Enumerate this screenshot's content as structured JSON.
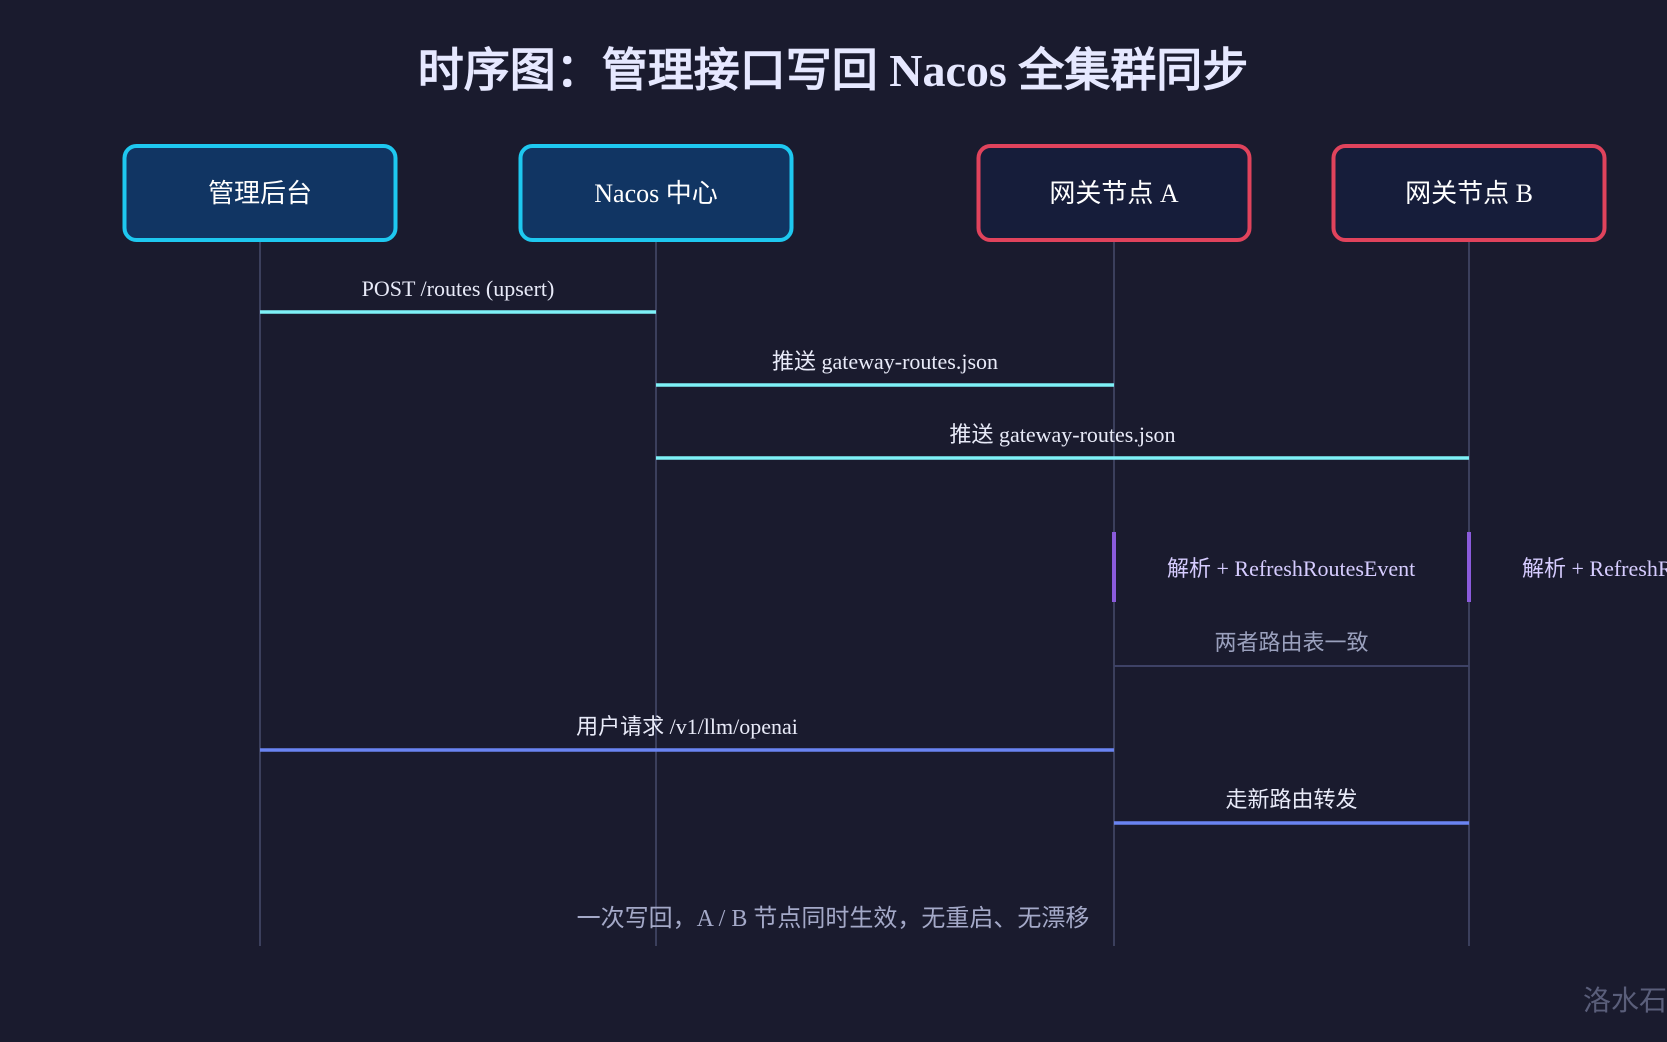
{
  "title": "时序图：管理接口写回 Nacos 全集群同步",
  "participants": [
    {
      "name": "管理后台",
      "kind": "control"
    },
    {
      "name": "Nacos 中心",
      "kind": "control"
    },
    {
      "name": "网关节点 A",
      "kind": "gateway"
    },
    {
      "name": "网关节点 B",
      "kind": "gateway"
    }
  ],
  "messages": [
    {
      "label": "POST /routes (upsert)",
      "from": 0,
      "to": 1,
      "style": "request"
    },
    {
      "label": "推送 gateway-routes.json",
      "from": 1,
      "to": 2,
      "style": "request"
    },
    {
      "label": "推送 gateway-routes.json",
      "from": 1,
      "to": 3,
      "style": "request"
    },
    {
      "label": "两者路由表一致",
      "from": 2,
      "to": 3,
      "style": "note"
    },
    {
      "label": "用户请求 /v1/llm/openai",
      "from": 0,
      "to": 2,
      "style": "traffic"
    },
    {
      "label": "走新路由转发",
      "from": 2,
      "to": 3,
      "style": "traffic"
    }
  ],
  "activations": [
    {
      "participant": 2,
      "label": "解析 + RefreshRoutesEvent"
    },
    {
      "participant": 3,
      "label": "解析 + RefreshRoutesEvent"
    }
  ],
  "footnote": "一次写回，A / B 节点同时生效，无重启、无漂移",
  "watermark": "洛水石",
  "colors": {
    "background": "#1a1b2e",
    "control_border": "#1ec8f0",
    "control_fill": "#113563",
    "gateway_border": "#e0435c",
    "gateway_fill": "#161d3a",
    "request_line": "#7ef1f7",
    "traffic_line": "#6a84f2",
    "note_line": "#3e4266",
    "activation": "#8b5bdc",
    "lifeline": "#3b3f5c"
  }
}
